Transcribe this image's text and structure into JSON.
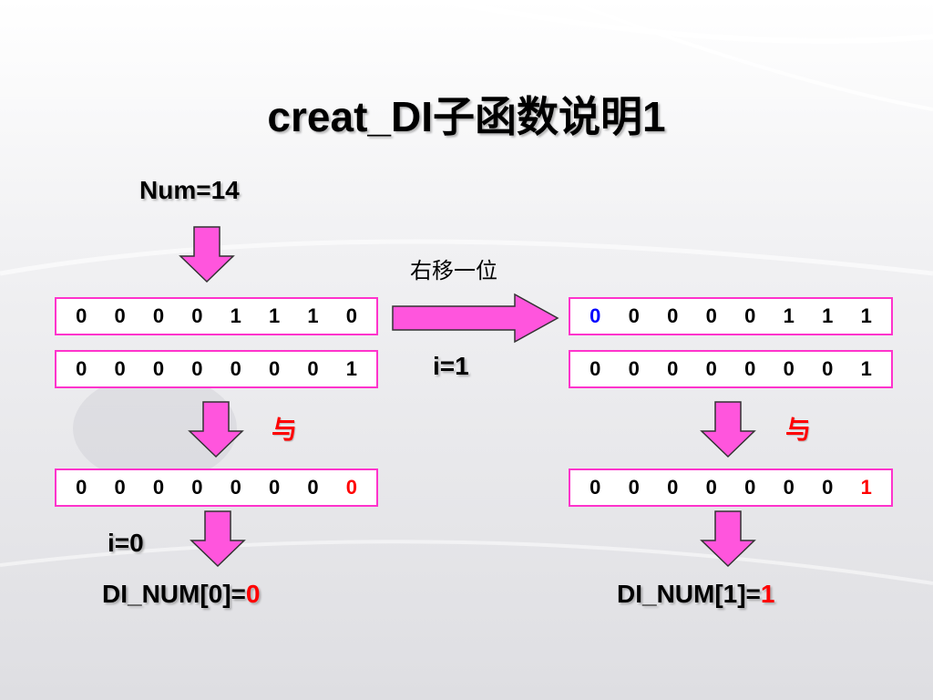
{
  "title": "creat_DI子函数说明1",
  "num_label": "Num=14",
  "shift_label": "右移一位",
  "and_label": "与",
  "i0_label": "i=0",
  "i1_label": "i=1",
  "rows": {
    "left_num": [
      "0",
      "0",
      "0",
      "0",
      "1",
      "1",
      "1",
      "0"
    ],
    "left_mask": [
      "0",
      "0",
      "0",
      "0",
      "0",
      "0",
      "0",
      "1"
    ],
    "left_result": [
      "0",
      "0",
      "0",
      "0",
      "0",
      "0",
      "0",
      "0"
    ],
    "right_num": [
      "0",
      "0",
      "0",
      "0",
      "0",
      "1",
      "1",
      "1"
    ],
    "right_mask": [
      "0",
      "0",
      "0",
      "0",
      "0",
      "0",
      "0",
      "1"
    ],
    "right_result": [
      "0",
      "0",
      "0",
      "0",
      "0",
      "0",
      "0",
      "1"
    ]
  },
  "result_left": {
    "prefix": "DI_NUM[0]=",
    "value": "0"
  },
  "result_right": {
    "prefix": "DI_NUM[1]=",
    "value": "1"
  },
  "colors": {
    "arrow_fill": "#ff55dd",
    "arrow_stroke": "#333333",
    "box_border": "#ff33cc",
    "highlight_red": "#ff0000",
    "highlight_blue": "#0000ff"
  }
}
